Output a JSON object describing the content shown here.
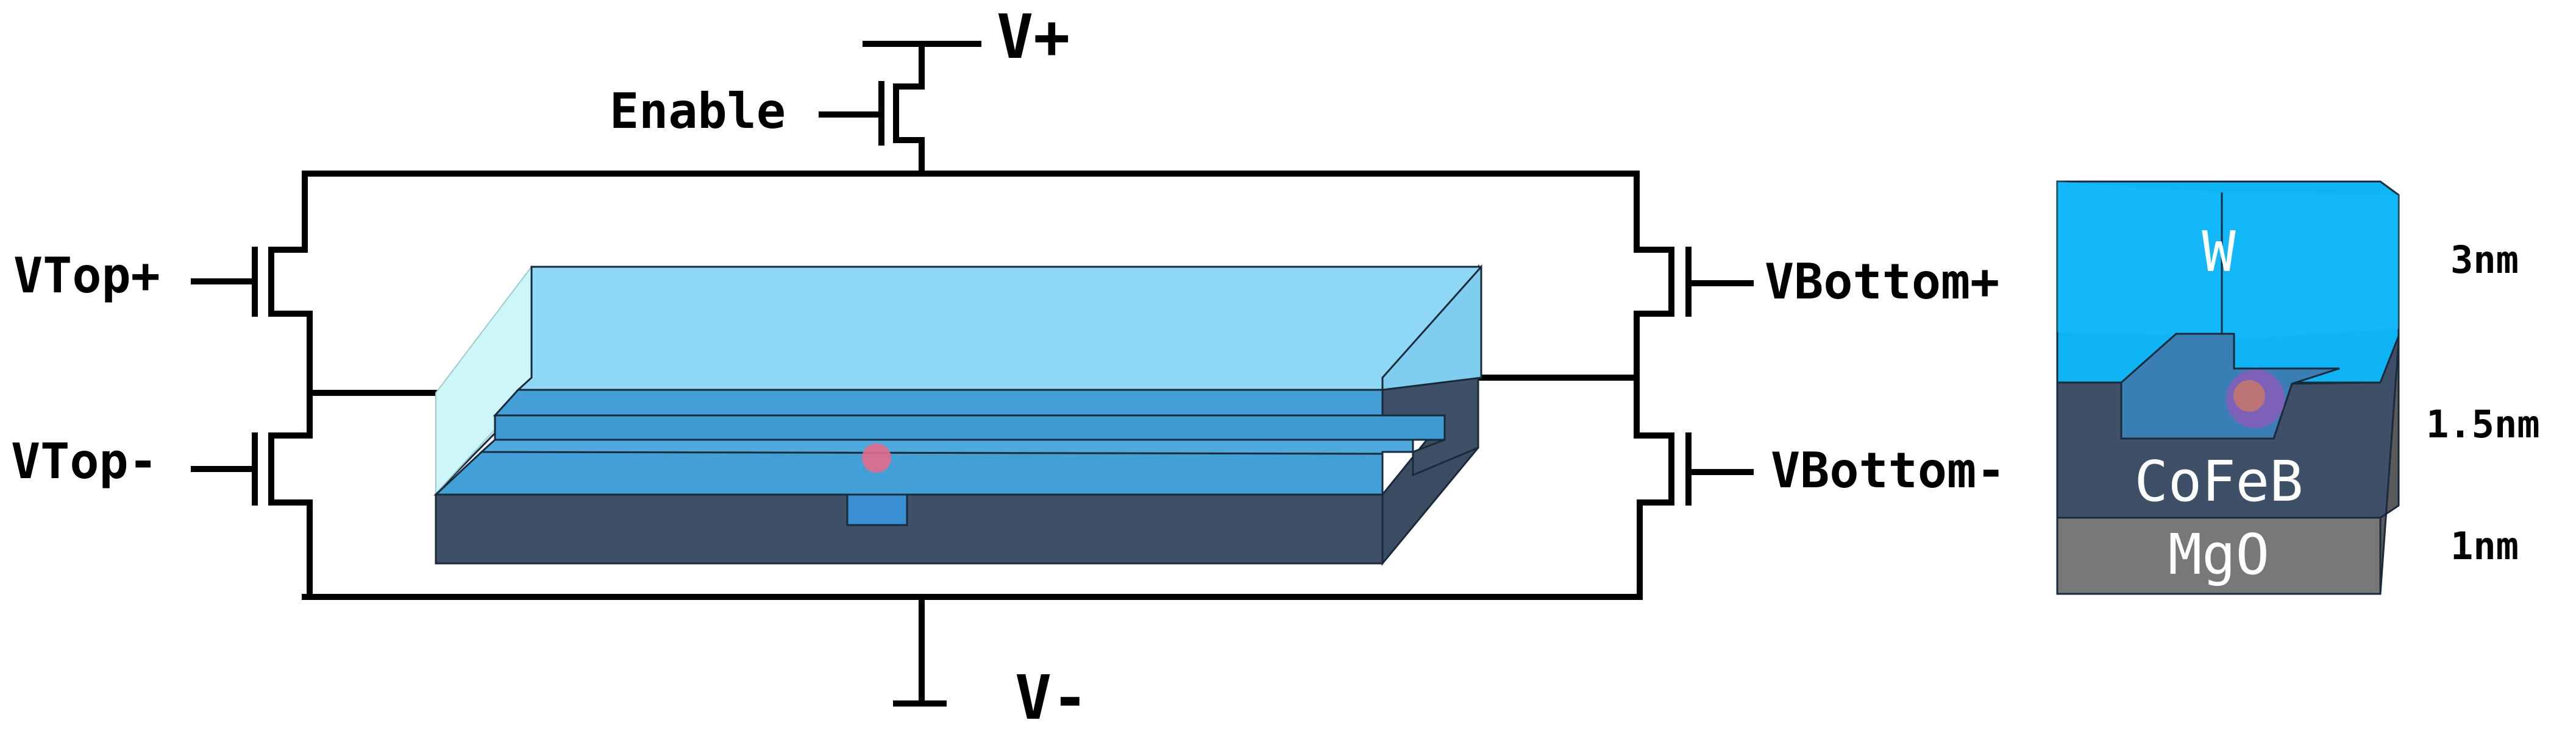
{
  "circuit": {
    "labels": {
      "v_plus": "V+",
      "v_minus": "V-",
      "enable": "Enable",
      "vtop_plus": "VTop+",
      "vtop_minus": "VTop-",
      "vbottom_plus": "VBottom+",
      "vbottom_minus": "VBottom-"
    }
  },
  "stack": {
    "layers": [
      {
        "name": "W",
        "thickness": "3nm"
      },
      {
        "name": "CoFeB",
        "thickness": "1.5nm"
      },
      {
        "name": "MgO",
        "thickness": "1nm"
      }
    ]
  },
  "colors": {
    "w_layer": "#0fb4f5",
    "cofeb_layer": "#3e5068",
    "mgo_layer": "#787878",
    "track_top": "#8fd8f5",
    "track_mid": "#43a0d6",
    "skyrmion": "#e46a8a"
  }
}
